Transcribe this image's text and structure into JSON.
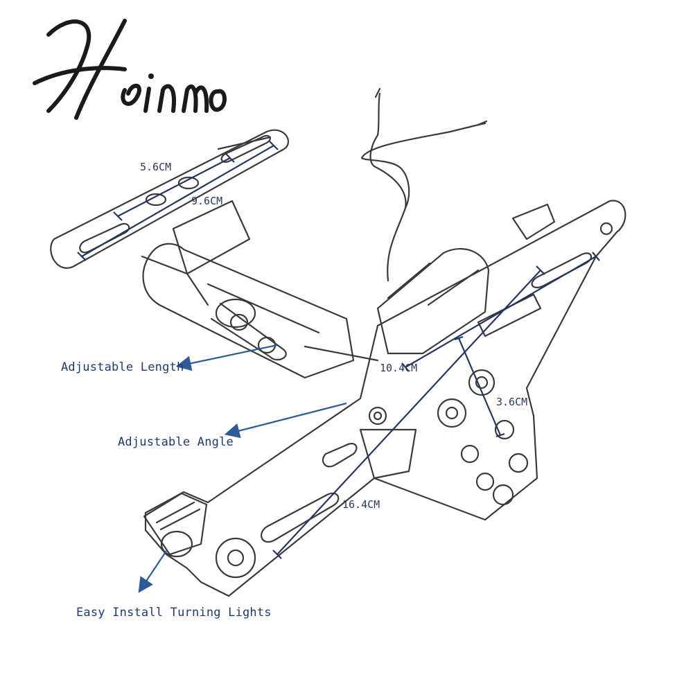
{
  "brand": {
    "text": "Heinmo"
  },
  "dimensions": {
    "top_hole_spacing": "5.6CM",
    "top_plate_length": "9.6CM",
    "plate_width": "10.4CM",
    "hole_height": "3.6CM",
    "plate_length": "16.4CM"
  },
  "callouts": {
    "length": "Adjustable Length",
    "angle": "Adjustable Angle",
    "lights": "Easy Install Turning Lights"
  },
  "colors": {
    "sketch": "#3a3a3a",
    "dimension_line": "#23365c",
    "arrow": "#2f5a98",
    "callout_text": "#1f3a6b"
  }
}
